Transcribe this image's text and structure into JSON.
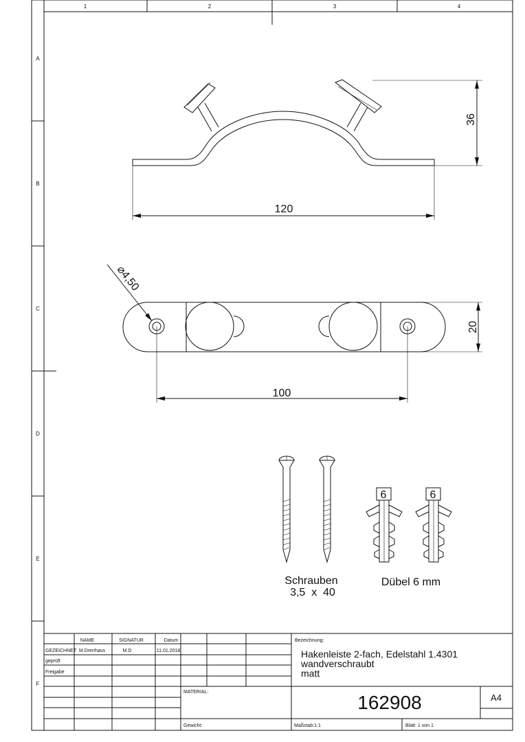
{
  "frame": {
    "columns": [
      "1",
      "2",
      "3",
      "4"
    ],
    "rows": [
      "A",
      "B",
      "C",
      "D",
      "E",
      "F"
    ]
  },
  "dimensions": {
    "height_top": "36",
    "length_top": "120",
    "diameter": "4,50",
    "width": "20",
    "spacing": "100"
  },
  "accessories": {
    "screws_line1": "Schrauben",
    "screws_line2": "3,5  x  40",
    "dowel_size": "6",
    "dowels_label": "Dübel 6 mm"
  },
  "title_block": {
    "col_name": "NAME",
    "col_signatur": "SIGNATUR",
    "col_datum": "Datum",
    "row_gezeichnet": "GEZEICHNET",
    "row_geprueft": "geprüft",
    "row_freigabe": "Freigabe",
    "drawn_name": "M.Drenhaus",
    "drawn_signatur": "M.D",
    "drawn_datum": "11.01.2018",
    "bezeichnung_label": "Bezeichnung:",
    "title_line1": "Hakenleiste 2-fach, Edelstahl 1.4301",
    "title_line2": "wandverschraubt",
    "title_line3": "matt",
    "material_label": "MATERIAL:",
    "drawing_number": "162908",
    "sheet_format": "A4",
    "gewicht_label": "Gewicht:",
    "massstab": "Maßstab:1:1",
    "blatt": "Blatt: 1 von 1"
  }
}
